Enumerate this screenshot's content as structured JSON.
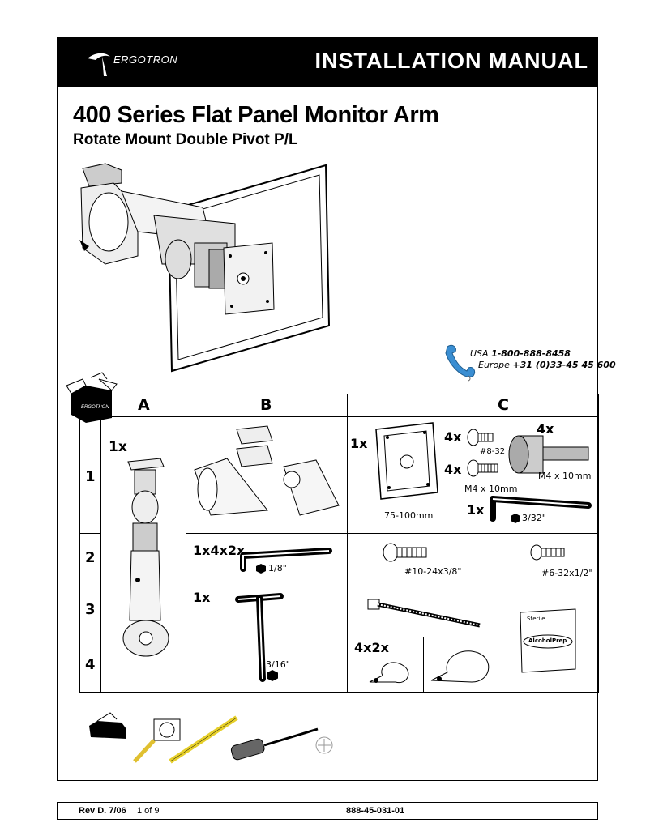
{
  "header": {
    "brand": "ERGOTRON",
    "title": "INSTALLATION MANUAL"
  },
  "product": {
    "title": "400 Series Flat Panel Monitor Arm",
    "subtitle": "Rotate Mount Double Pivot P/L"
  },
  "contact": {
    "usa_label": "USA",
    "usa_phone": "1-800-888-8458",
    "europe_label": "Europe",
    "europe_phone": "+31 (0)33-45 45 600"
  },
  "table": {
    "columns": [
      "A",
      "B",
      "C"
    ],
    "rows": [
      "1",
      "2",
      "3",
      "4"
    ],
    "a1_qty": "1x",
    "c1_plate_qty": "1x",
    "c1_plate_size": "75-100mm",
    "c1_screw1_qty": "4x",
    "c1_screw1_size": "#8-32",
    "c1_screw2_qty": "4x",
    "c1_screw2_size": "M4 x 10mm",
    "c1_knob_qty": "4x",
    "c1_knob_size": "M4 x 10mm",
    "c1_key_qty": "1x",
    "c1_key_size": "3/32\"",
    "b2_qty": "1x4x2x",
    "b2_key_size": "1/8\"",
    "c2_screw_size": "#10-24x3/8\"",
    "c2_screw2_size": "#6-32x1/2\"",
    "b3_qty": "1x",
    "b3_key_size": "3/16\"",
    "c4_clip_qty": "4x2x",
    "alcohol_sterile": "Sterile",
    "alcohol_label": "AlcoholPrep"
  },
  "footer": {
    "rev": "Rev D. 7/06",
    "page": "1 of 9",
    "doc_number": "888-45-031-01"
  }
}
